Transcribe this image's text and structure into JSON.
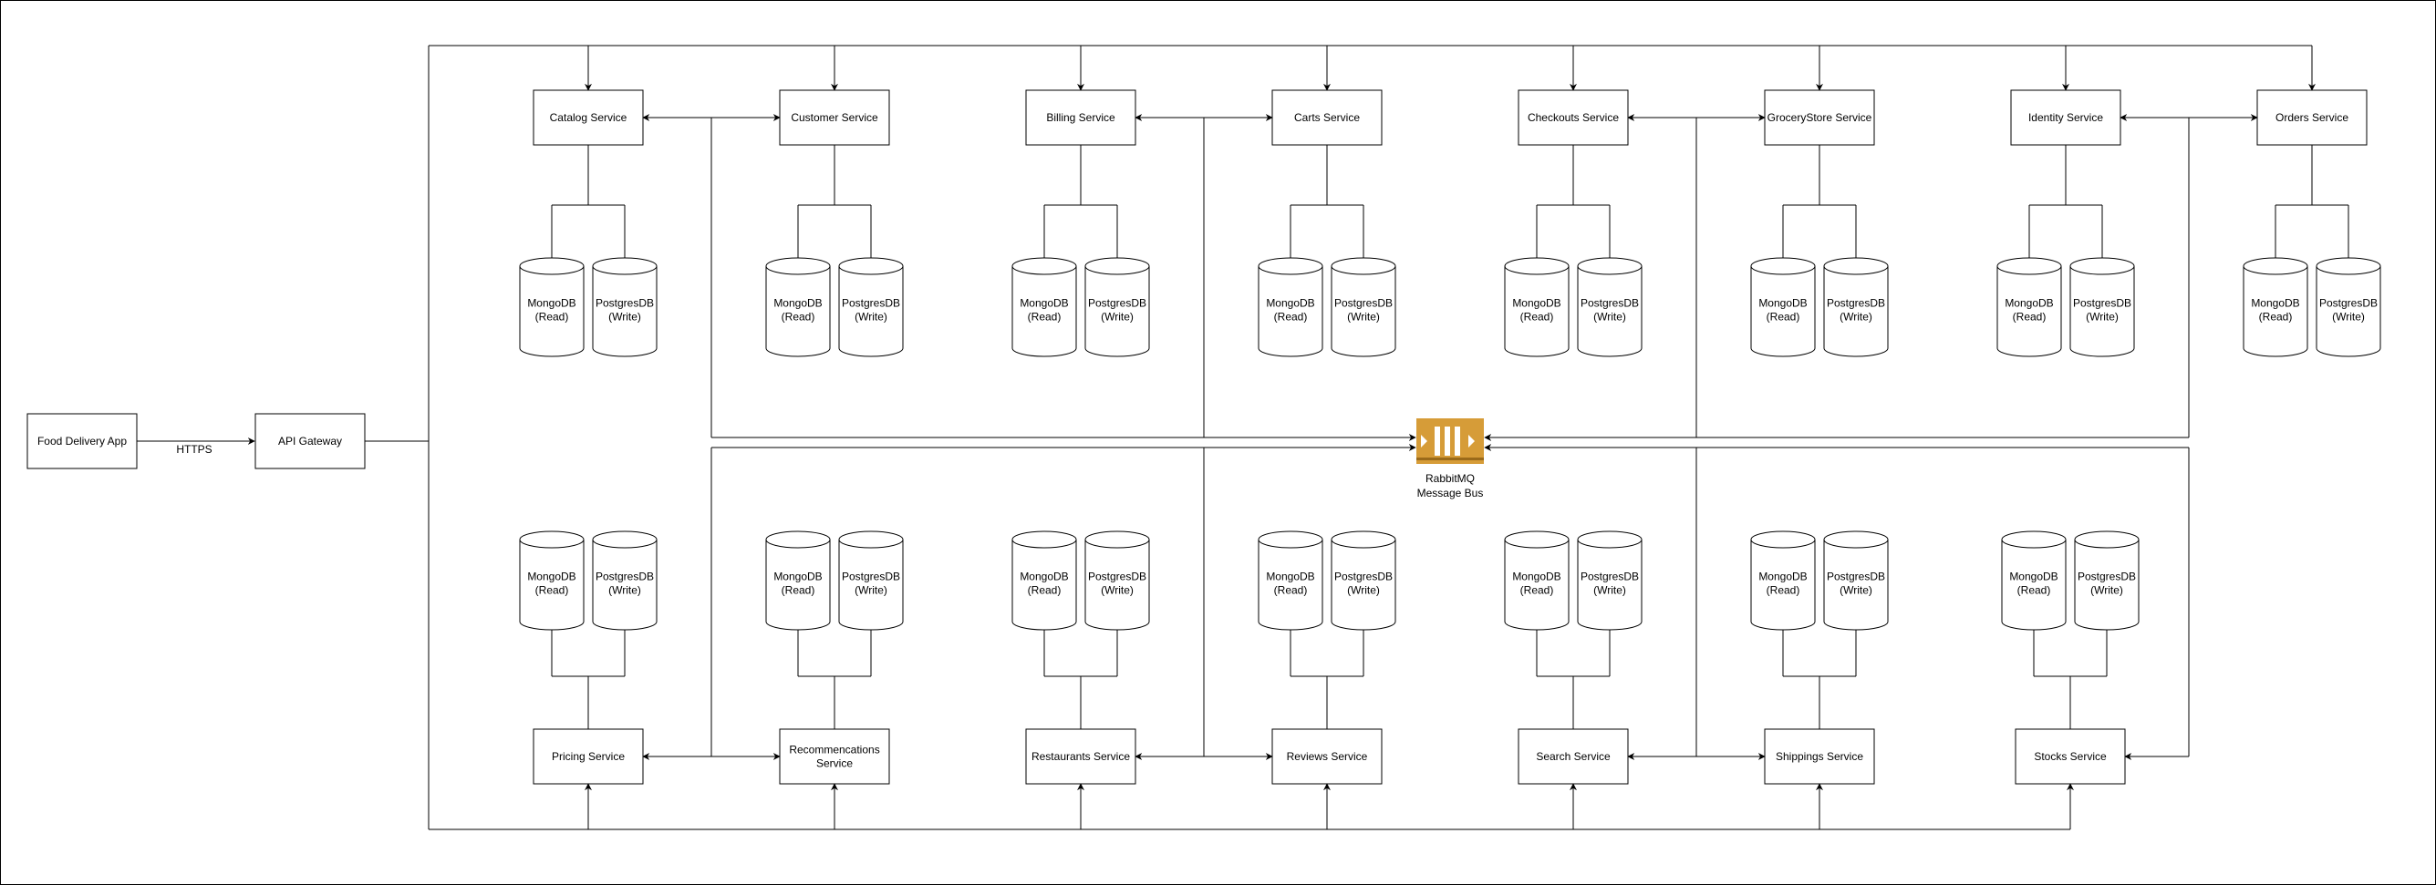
{
  "client": {
    "label": "Food Delivery App"
  },
  "connection": {
    "protocol": "HTTPS"
  },
  "gateway": {
    "label": "API Gateway"
  },
  "message_bus": {
    "line1": "RabbitMQ",
    "line2": "Message Bus",
    "color": "#D69C38"
  },
  "database_labels": {
    "read": [
      "MongoDB",
      "(Read)"
    ],
    "write": [
      "PostgresDB",
      "(Write)"
    ]
  },
  "services_top": [
    "Catalog Service",
    "Customer Service",
    "Billing Service",
    "Carts Service",
    "Checkouts Service",
    "GroceryStore Service",
    "Identity Service",
    "Orders Service"
  ],
  "services_bottom": [
    [
      "Pricing Service"
    ],
    [
      "Recommencations",
      "Service"
    ],
    [
      "Restaurants Service"
    ],
    [
      "Reviews Service"
    ],
    [
      "Search Service"
    ],
    [
      "Shippings Service"
    ],
    [
      "Stocks Service"
    ]
  ],
  "colors": {
    "stroke": "#000000",
    "background": "#ffffff"
  }
}
